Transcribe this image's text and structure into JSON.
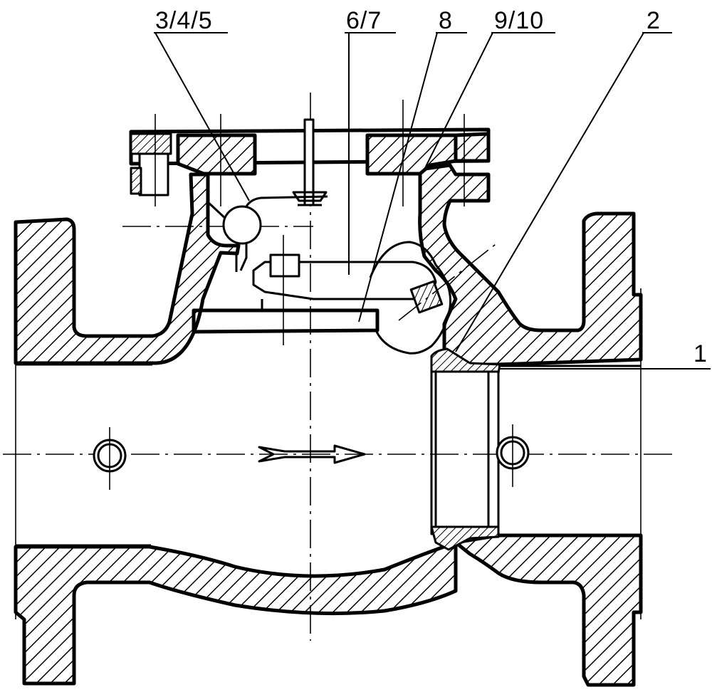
{
  "callouts": [
    {
      "id": "c345",
      "label": "3/4/5"
    },
    {
      "id": "c67",
      "label": "6/7"
    },
    {
      "id": "c8",
      "label": "8"
    },
    {
      "id": "c910",
      "label": "9/10"
    },
    {
      "id": "c2",
      "label": "2"
    },
    {
      "id": "c1",
      "label": "1"
    }
  ],
  "colors": {
    "ink": "#000000",
    "paper": "#ffffff"
  }
}
